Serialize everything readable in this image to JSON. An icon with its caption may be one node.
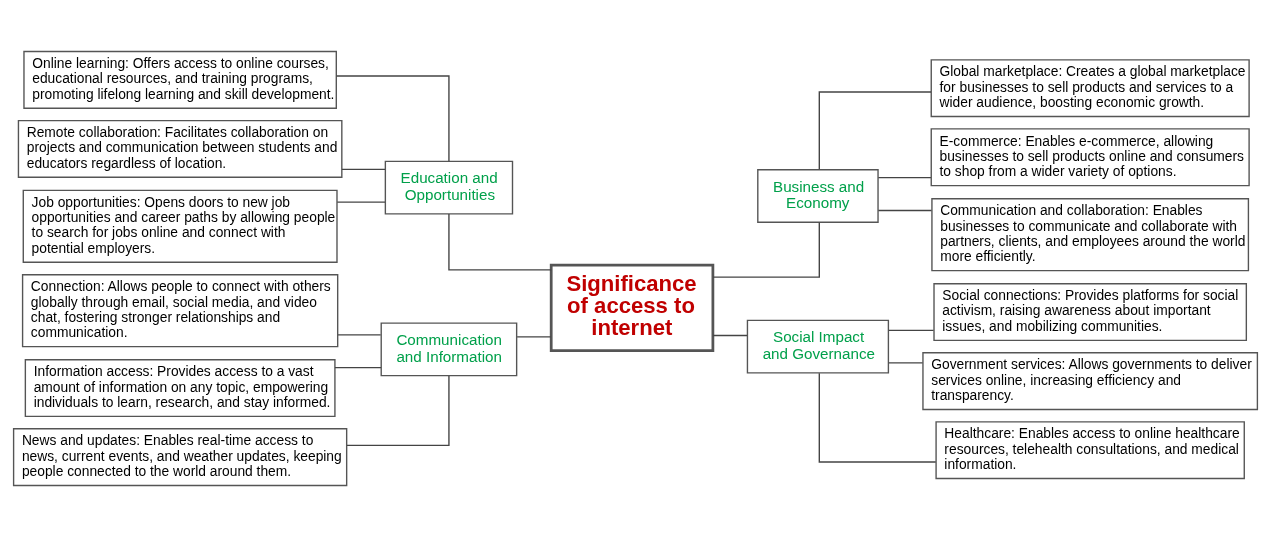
{
  "diagram": {
    "nodes": [
      {
        "text": [
          "Communication and Information"
        ]
      },
      {
        "text": [
          "Connection: Allows people to connect with others globally through email, social media, and video chat, fostering stronger relationships and communication."
        ]
      },
      {
        "text": [
          "Information access: Provides access to a vast amount of information on any topic, empowering individuals to learn, research, and stay informed."
        ]
      },
      {
        "text": [
          "News and updates: Enables real-time access to news, current events, and weather updates, keeping people connected to the world around them."
        ]
      },
      {
        "text": [
          "Education and Opportunities"
        ]
      },
      {
        "text": [
          "Online learning: Offers access to online courses, educational resources, and training programs, promoting lifelong learning and skill development."
        ]
      },
      {
        "text": [
          "Remote collaboration: Facilitates collaboration on projects and communication between students and educators regardless of location."
        ]
      },
      {
        "text": [
          "Job opportunities: Opens doors to new job opportunities and career paths by allowing people to search for jobs online and connect with potential employers."
        ]
      },
      {
        "text": [
          "Significance of access to internet"
        ]
      },
      {
        "text": [
          "Business and Economy"
        ]
      },
      {
        "text": [
          "Global marketplace: Creates a global marketplace for businesses to sell products and services to a wider audience, boosting economic growth."
        ]
      },
      {
        "text": [
          "E-commerce: Enables e-commerce, allowing businesses to sell products online and consumers to shop from a wider variety of options."
        ]
      },
      {
        "text": [
          "Communication and collaboration: Enables businesses to communicate and collaborate with partners, clients, and employees around the world more efficiently."
        ]
      },
      {
        "text": [
          "Social Impact and Governance"
        ]
      },
      {
        "text": [
          "Social connections: Provides platforms for social activism, raising awareness about important issues, and mobilizing communities."
        ]
      },
      {
        "text": [
          "Government services: Allows governments to deliver services online, increasing efficiency and transparency."
        ]
      },
      {
        "text": [
          "Healthcare: Enables access to online healthcare resources, telehealth consultations, and medical information."
        ]
      }
    ],
    "edges": [
      {
        "from": 1,
        "to": 0,
        "arrow": "none"
      },
      {
        "from": 2,
        "to": 0,
        "arrow": "none"
      },
      {
        "from": 3,
        "to": 0,
        "arrow": "none"
      },
      {
        "from": 5,
        "to": 4,
        "arrow": "none"
      },
      {
        "from": 6,
        "to": 4,
        "arrow": "none"
      },
      {
        "from": 7,
        "to": 4,
        "arrow": "none"
      },
      {
        "from": 0,
        "to": 8,
        "arrow": "none"
      },
      {
        "from": 4,
        "to": 8,
        "arrow": "none"
      },
      {
        "from": 8,
        "to": 9,
        "arrow": "none"
      },
      {
        "from": 8,
        "to": 13,
        "arrow": "none"
      },
      {
        "from": 9,
        "to": 10,
        "arrow": "none"
      },
      {
        "from": 9,
        "to": 11,
        "arrow": "none"
      },
      {
        "from": 9,
        "to": 12,
        "arrow": "none"
      },
      {
        "from": 13,
        "to": 14,
        "arrow": "none"
      },
      {
        "from": 13,
        "to": 15,
        "arrow": "none"
      },
      {
        "from": 13,
        "to": 16,
        "arrow": "none"
      }
    ]
  }
}
